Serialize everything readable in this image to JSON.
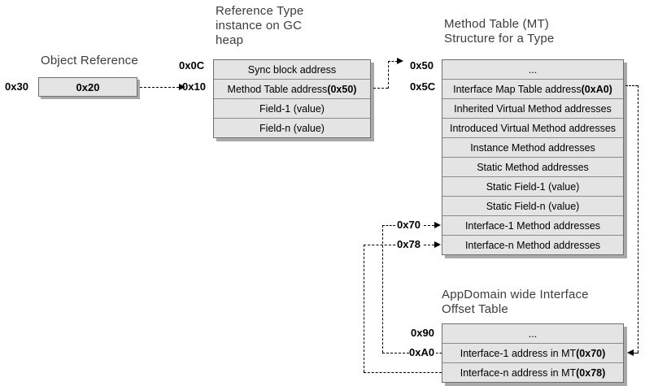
{
  "colors": {
    "background": "#ffffff",
    "cell_fill": "#e4e4e4",
    "cell_border": "#6f6f6f",
    "row_separator": "#8c8c8c",
    "shadow": "#a9a9a9",
    "connector_line": "#000000",
    "text": "#000000",
    "title_text": "#3c3c3c"
  },
  "object_reference": {
    "title": "Object Reference",
    "address": "0x30",
    "value": "0x20"
  },
  "gc_instance": {
    "title": "Reference Type\ninstance on GC\nheap",
    "address_labels": {
      "sync": "0x0C",
      "mt": "0x10"
    },
    "rows": [
      {
        "label": "Sync block address",
        "value": ""
      },
      {
        "label": "Method Table address ",
        "value": "(0x50)"
      },
      {
        "label": "Field-1 (value)",
        "value": ""
      },
      {
        "label": "Field-n (value)",
        "value": ""
      }
    ]
  },
  "method_table": {
    "title": "Method Table (MT)\nStructure for a Type",
    "address_labels": {
      "top": "0x50",
      "interface_map": "0x5C",
      "interface1": "0x70",
      "interfacen": "0x78"
    },
    "rows": [
      {
        "label": "...",
        "value": ""
      },
      {
        "label": "Interface Map Table address ",
        "value": "(0xA0)"
      },
      {
        "label": "Inherited Virtual Method addresses",
        "value": ""
      },
      {
        "label": "Introduced Virtual Method addresses",
        "value": ""
      },
      {
        "label": "Instance Method addresses",
        "value": ""
      },
      {
        "label": "Static Method addresses",
        "value": ""
      },
      {
        "label": "Static Field-1 (value)",
        "value": ""
      },
      {
        "label": "Static Field-n (value)",
        "value": ""
      },
      {
        "label": "Interface-1 Method addresses",
        "value": ""
      },
      {
        "label": "Interface-n Method addresses",
        "value": ""
      }
    ]
  },
  "offset_table": {
    "title": "AppDomain wide Interface\nOffset Table",
    "address_labels": {
      "top": "0x90",
      "interface1": "0xA0"
    },
    "rows": [
      {
        "label": "...",
        "value": ""
      },
      {
        "label": "Interface-1 address in MT ",
        "value": "(0x70)"
      },
      {
        "label": "Interface-n address in MT ",
        "value": "(0x78)"
      }
    ]
  }
}
